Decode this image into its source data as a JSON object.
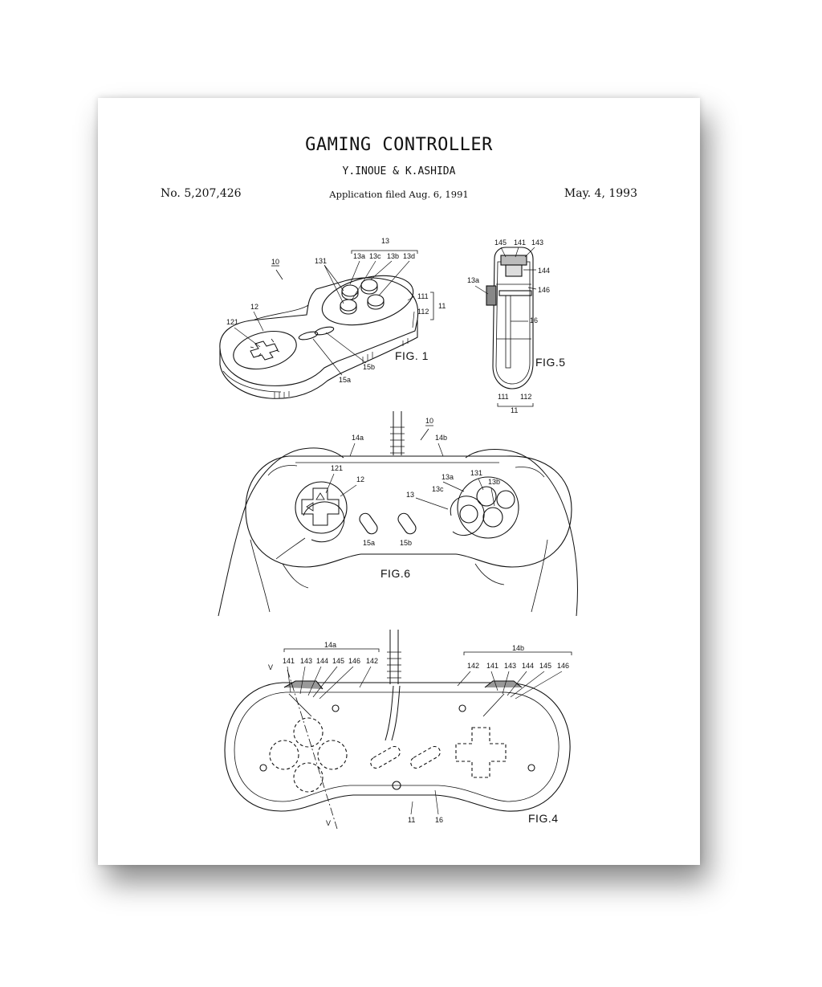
{
  "header": {
    "title": "GAMING CONTROLLER",
    "inventors": "Y.INOUE & K.ASHIDA",
    "patent_number": "No. 5,207,426",
    "filed": "Application filed Aug. 6, 1991",
    "issued": "May. 4, 1993"
  },
  "figures": {
    "fig1": {
      "caption": "FIG. 1",
      "labels": [
        "10",
        "13",
        "13a",
        "13c",
        "13b",
        "13d",
        "131",
        "111",
        "112",
        "11",
        "12",
        "121",
        "15b",
        "15a"
      ]
    },
    "fig5": {
      "caption": "FIG.5",
      "labels": [
        "145",
        "141",
        "143",
        "144",
        "13a",
        "146",
        "16",
        "111",
        "112",
        "11"
      ]
    },
    "fig6": {
      "caption": "FIG.6",
      "labels": [
        "10",
        "14a",
        "14b",
        "121",
        "12",
        "13a",
        "131",
        "13b",
        "13",
        "13c",
        "15a",
        "15b"
      ]
    },
    "fig4": {
      "caption": "FIG.4",
      "labels": [
        "14a",
        "141",
        "143",
        "144",
        "145",
        "146",
        "142",
        "V",
        "14b",
        "142",
        "141",
        "143",
        "144",
        "145",
        "146",
        "11",
        "16",
        "V"
      ]
    }
  }
}
